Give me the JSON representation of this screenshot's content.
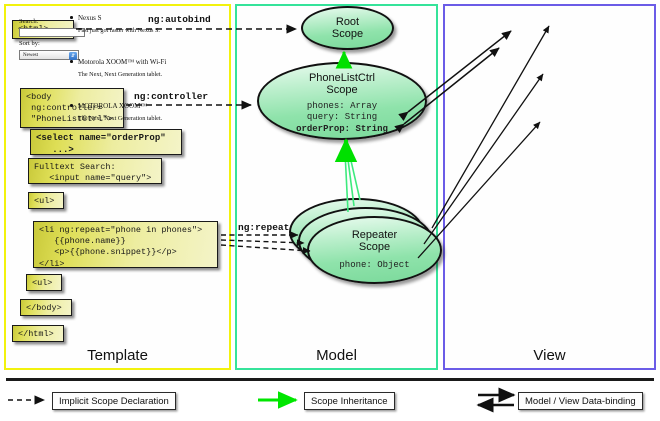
{
  "panels": {
    "template": {
      "label": "Template",
      "border_color": "#f2f20d"
    },
    "model": {
      "label": "Model",
      "border_color": "#35e39a"
    },
    "view": {
      "label": "View",
      "border_color": "#6b5ce7"
    }
  },
  "template_boxes": [
    {
      "name": "html-open-box",
      "text": "<html>"
    },
    {
      "name": "body-box",
      "text": "<body\n ng:controller=\n \"PhoneListCtrl\">"
    },
    {
      "name": "select-box",
      "text": "<select name=\"orderProp\"\n   ...>"
    },
    {
      "name": "fulltext-box",
      "text": "Fulltext Search:\n   <input name=\"query\">"
    },
    {
      "name": "ul-open-box",
      "text": "<ul>"
    },
    {
      "name": "li-repeat-box",
      "text": "<li ng:repeat=\"phone in phones\">\n   {{phone.name}}\n   <p>{{phone.snippet}}</p>\n</li>"
    },
    {
      "name": "ul-close-box",
      "text": "<ul>"
    },
    {
      "name": "body-close-box",
      "text": "</body>"
    },
    {
      "name": "html-close-box",
      "text": "</html>"
    }
  ],
  "connectors": {
    "autobind": "ng:autobind",
    "controller": "ng:controller",
    "repeat": "ng:repeat"
  },
  "scopes": {
    "root": {
      "title_line1": "Root",
      "title_line2": "Scope",
      "props": ""
    },
    "phonelist": {
      "title_line1": "PhoneListCtrl",
      "title_line2": "Scope",
      "props_lines": [
        "phones: Array",
        "query: String",
        "orderProp: String"
      ],
      "bold_prop": "orderProp: String"
    },
    "repeater": {
      "title_line1": "Repeater",
      "title_line2": "Scope",
      "props": "phone: Object"
    }
  },
  "view": {
    "search_label": "Search:",
    "search_value": "",
    "search_placeholder": "",
    "sort_label": "Sort by:",
    "sort_selected": "Newest",
    "sort_options": [
      "Newest"
    ],
    "phones": [
      {
        "name": "Nexus S",
        "snippet": "Fast just got faster with Nexus S."
      },
      {
        "name": "Motorola XOOM™  with Wi-Fi",
        "snippet": "The Next, Next Generation tablet."
      },
      {
        "name": "MOTOROLA XOOM™",
        "snippet": "The Next, Next Generation tablet."
      }
    ]
  },
  "legend": [
    {
      "name": "legend-implicit-scope",
      "label": "Implicit Scope Declaration",
      "style": "dashed-black-arrow"
    },
    {
      "name": "legend-scope-inheritance",
      "label": "Scope Inheritance",
      "style": "solid-green-arrow",
      "color": "#00e600"
    },
    {
      "name": "legend-data-binding",
      "label": "Model / View Data-binding",
      "style": "double-black-arrow"
    }
  ]
}
